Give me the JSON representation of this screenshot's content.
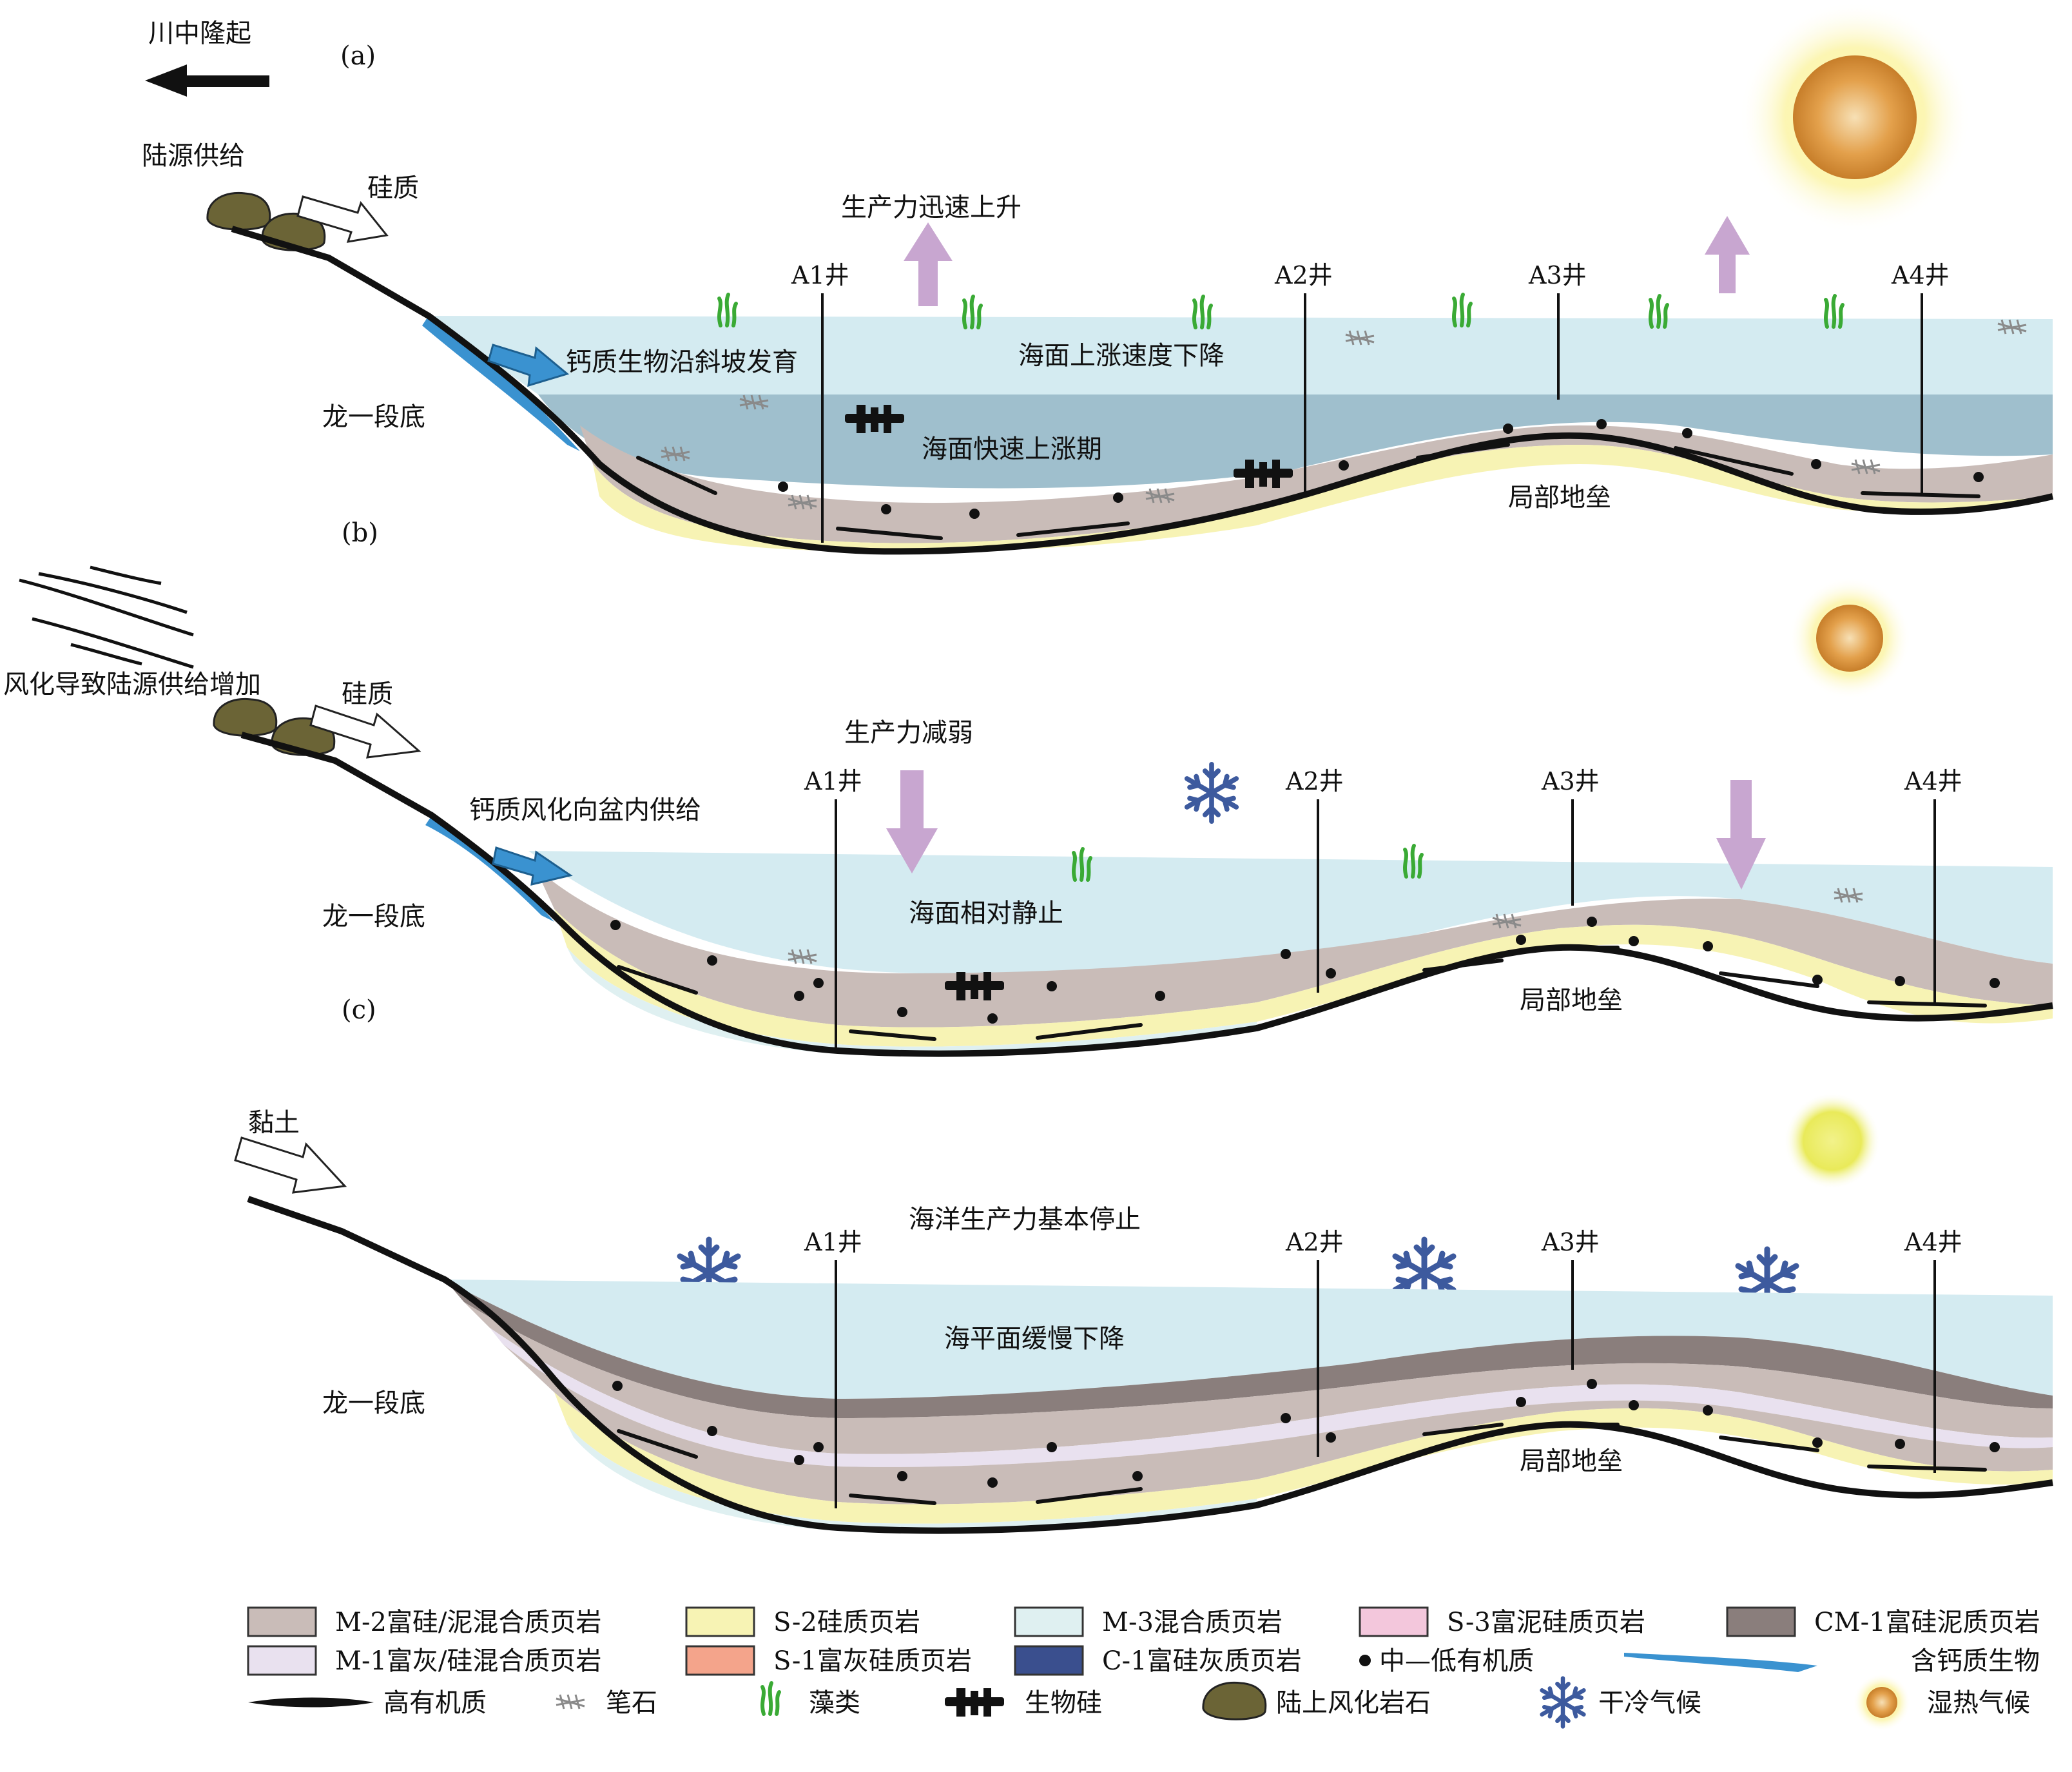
{
  "top": {
    "uplift_label": "川中隆起",
    "panel_a": "(a)",
    "panel_b": "(b)",
    "panel_c": "(c)"
  },
  "panel_a": {
    "source_label": "陆源供给",
    "silica_label": "硅质",
    "productivity": "生产力迅速上升",
    "calcareous": "钙质生物沿斜坡发育",
    "sea_slow": "海面上涨速度下降",
    "sea_fast": "海面快速上涨期",
    "base": "龙一段底",
    "horst": "局部地垒",
    "wells": [
      "A1井",
      "A2井",
      "A3井",
      "A4井"
    ]
  },
  "panel_b": {
    "weathering": "风化导致陆源供给增加",
    "silica_label": "硅质",
    "productivity": "生产力减弱",
    "calcareous": "钙质风化向盆内供给",
    "sea_static": "海面相对静止",
    "base": "龙一段底",
    "horst": "局部地垒",
    "wells": [
      "A1井",
      "A2井",
      "A3井",
      "A4井"
    ]
  },
  "panel_c": {
    "clay_label": "黏土",
    "productivity": "海洋生产力基本停止",
    "sea_fall": "海平面缓慢下降",
    "base": "龙一段底",
    "horst": "局部地垒",
    "wells": [
      "A1井",
      "A2井",
      "A3井",
      "A4井"
    ]
  },
  "legend": [
    {
      "label": "M-2富硅/泥混合质页岩",
      "kind": "swatch",
      "color": "#c9bcb8"
    },
    {
      "label": "S-2硅质页岩",
      "kind": "swatch",
      "color": "#f7f3b4"
    },
    {
      "label": "M-3混合质页岩",
      "kind": "swatch",
      "color": "#dff0f1"
    },
    {
      "label": "S-3富泥硅质页岩",
      "kind": "swatch",
      "color": "#f3c7dc"
    },
    {
      "label": "CM-1富硅泥质页岩",
      "kind": "swatch",
      "color": "#8a7e7c"
    },
    {
      "label": "M-1富灰/硅混合质页岩",
      "kind": "swatch",
      "color": "#e9e1ef"
    },
    {
      "label": "S-1富灰硅质页岩",
      "kind": "swatch",
      "color": "#f4a48b"
    },
    {
      "label": "C-1富硅灰质页岩",
      "kind": "swatch",
      "color": "#3a4f8e"
    },
    {
      "label": "中—低有机质",
      "kind": "dot"
    },
    {
      "label": "含钙质生物",
      "kind": "calc"
    },
    {
      "label": "高有机质",
      "kind": "lens"
    },
    {
      "label": "笔石",
      "kind": "graptolite"
    },
    {
      "label": "藻类",
      "kind": "algae"
    },
    {
      "label": "生物硅",
      "kind": "biosilica"
    },
    {
      "label": "陆上风化岩石",
      "kind": "rock"
    },
    {
      "label": "干冷气候",
      "kind": "snow"
    },
    {
      "label": "湿热气候",
      "kind": "sun"
    }
  ],
  "colors": {
    "sea_light": "#d4ebf1",
    "sea_deep": "#9fbfcd",
    "arrow_purple": "#c8a6d0",
    "arrow_blue": "#3a92d0",
    "snow_blue": "#3d5a9e",
    "algae_green": "#3aaa35",
    "rock": "#6b6436"
  }
}
